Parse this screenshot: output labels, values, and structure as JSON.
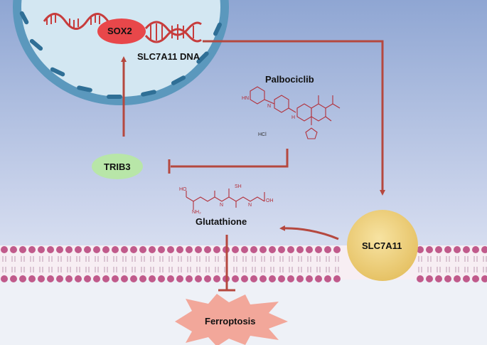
{
  "labels": {
    "sox2": "SOX2",
    "dna": "SLC7A11 DNA",
    "drug": "Palbociclib",
    "hcl": "HCl",
    "trib3": "TRIB3",
    "slc7a11": "SLC7A11",
    "glutathione": "Glutathione",
    "ferroptosis": "Ferroptosis"
  },
  "structure_text": {
    "gsh_oh_left": "HO",
    "gsh_nh2": "NH₂",
    "gsh_sh": "SH",
    "gsh_oh_right": "OH",
    "gsh_n1": "N",
    "gsh_n2": "N",
    "palbo_hn": "HN",
    "palbo_n": "N",
    "palbo_nh": "H"
  },
  "colors": {
    "arrow": "#b5483f",
    "sox2_fill": "#e8474a",
    "trib3_fill": "#b8e6a8",
    "slc7a11_fill": "#f1d27a",
    "ferroptosis_fill": "#f2a79a",
    "membrane_head": "#c05a8b",
    "nucleus_fill": "#cfe5f1",
    "nucleus_border": "#4a8fb3"
  }
}
